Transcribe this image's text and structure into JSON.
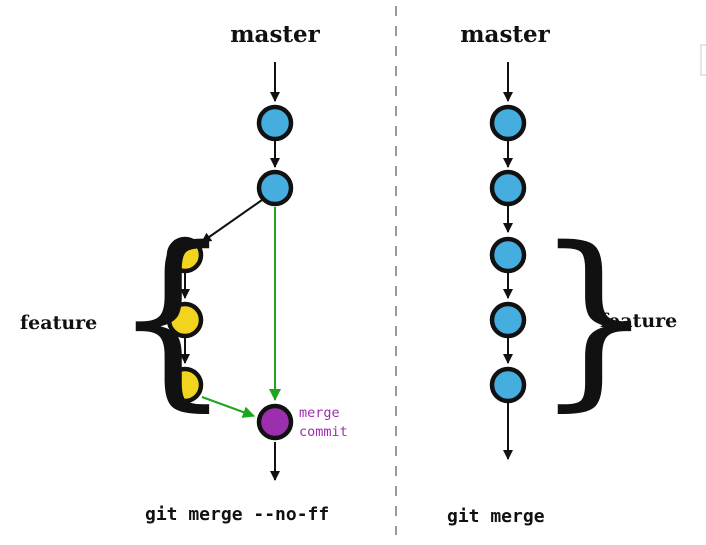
{
  "left_panel": {
    "title": "master",
    "feature_label": "feature",
    "merge_label_line1": "merge",
    "merge_label_line2": "commit",
    "command": "git merge --no-ff"
  },
  "right_panel": {
    "title": "master",
    "feature_label": "feature",
    "command": "git merge"
  },
  "colors": {
    "master_commit": "#45aede",
    "feature_commit": "#f2d41f",
    "merge_commit": "#9b2fae",
    "merge_edge": "#1fa51f",
    "edge": "#111111",
    "divider": "#999999"
  }
}
